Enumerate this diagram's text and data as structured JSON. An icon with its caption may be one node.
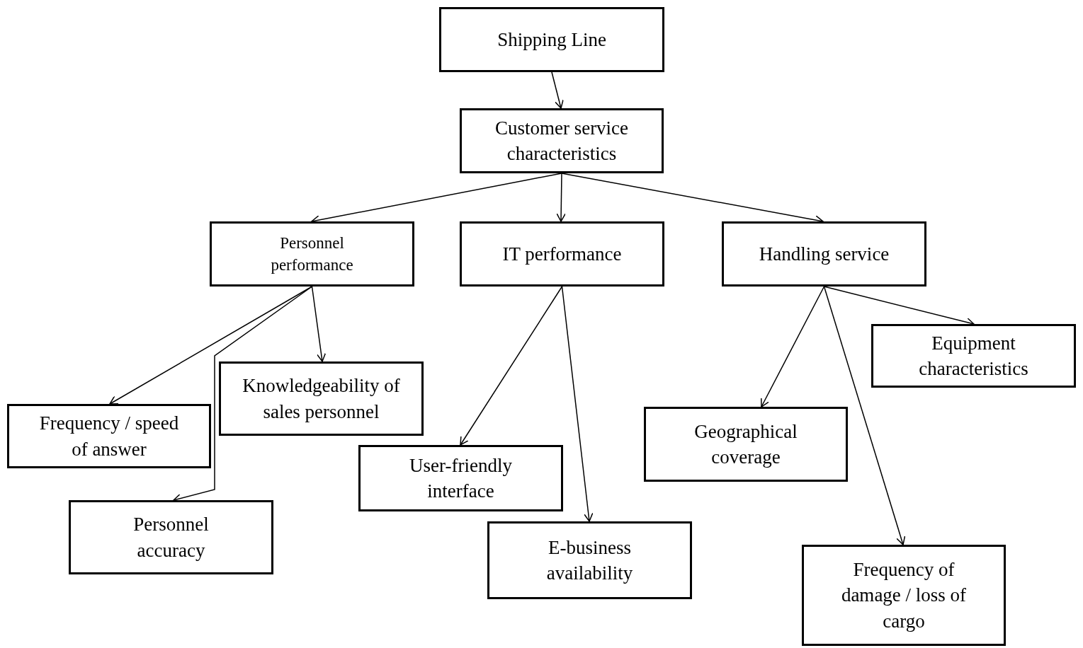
{
  "diagram": {
    "nodes": [
      {
        "text": [
          "Shipping Line"
        ]
      },
      {
        "text": [
          "Customer service characteristics"
        ]
      },
      {
        "text": [
          "Personnel performance"
        ]
      },
      {
        "text": [
          "IT performance"
        ]
      },
      {
        "text": [
          "Handling service"
        ]
      },
      {
        "text": [
          "Frequency / speed of answer"
        ]
      },
      {
        "text": [
          "Knowledgeability of sales personnel"
        ]
      },
      {
        "text": [
          "Personnel accuracy"
        ]
      },
      {
        "text": [
          "User-friendly interface"
        ]
      },
      {
        "text": [
          "E-business availability"
        ]
      },
      {
        "text": [
          "Equipment characteristics"
        ]
      },
      {
        "text": [
          "Geographical coverage"
        ]
      },
      {
        "text": [
          "Frequency of damage / loss of cargo"
        ]
      }
    ],
    "edges": [
      {
        "from": 0,
        "to": 1,
        "arrow": "to"
      },
      {
        "from": 1,
        "to": 2,
        "arrow": "to"
      },
      {
        "from": 1,
        "to": 3,
        "arrow": "to"
      },
      {
        "from": 1,
        "to": 4,
        "arrow": "to"
      },
      {
        "from": 2,
        "to": 5,
        "arrow": "to"
      },
      {
        "from": 2,
        "to": 6,
        "arrow": "to"
      },
      {
        "from": 2,
        "to": 7,
        "arrow": "to"
      },
      {
        "from": 3,
        "to": 8,
        "arrow": "to"
      },
      {
        "from": 3,
        "to": 9,
        "arrow": "to"
      },
      {
        "from": 4,
        "to": 11,
        "arrow": "to"
      },
      {
        "from": 4,
        "to": 12,
        "arrow": "to"
      },
      {
        "from": 4,
        "to": 10,
        "arrow": "to"
      }
    ]
  }
}
